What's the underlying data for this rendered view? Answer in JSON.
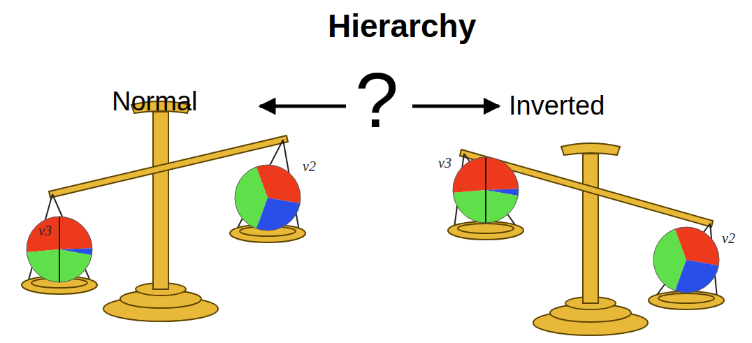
{
  "diagram": {
    "title": "Hierarchy",
    "nodes": [
      {
        "text": [
          "ν3"
        ]
      },
      {
        "text": [
          "ν2"
        ]
      },
      {
        "text": [
          "ν3"
        ]
      },
      {
        "text": [
          "ν2"
        ]
      }
    ],
    "labels": [
      "Normal",
      "?",
      "Inverted"
    ]
  }
}
